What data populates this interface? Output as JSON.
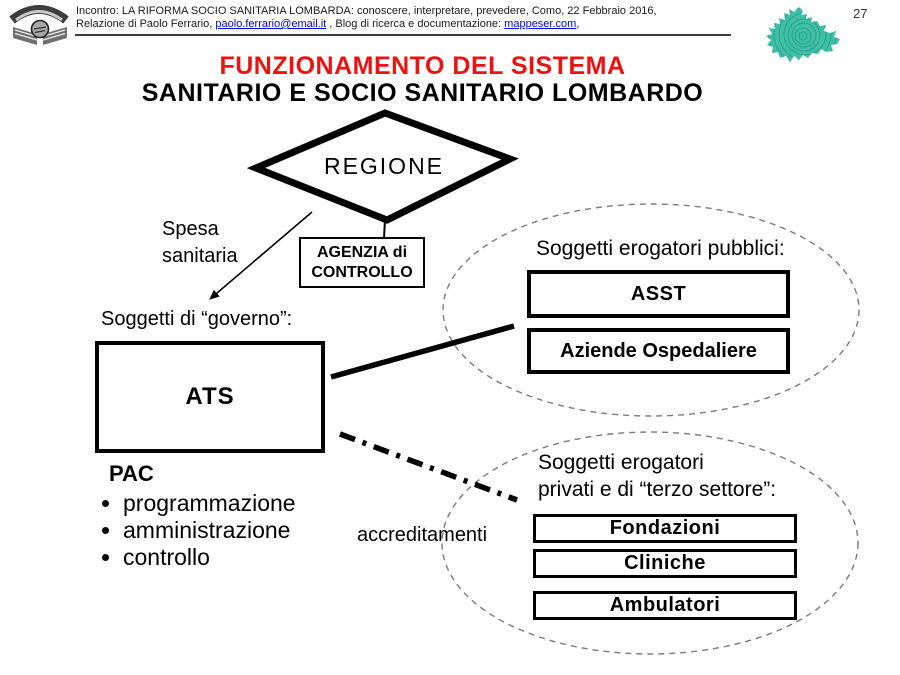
{
  "page": {
    "number": "27"
  },
  "header": {
    "line1": "Incontro: LA RIFORMA SOCIO SANITARIA LOMBARDA: conoscere, interpretare, prevedere, Como, 22 Febbraio 2016,",
    "line2_prefix": "Relazione di Paolo Ferrario, ",
    "email_link": "paolo.ferrario@email.it",
    "line2_middle": " , Blog di ricerca e documentazione: ",
    "blog_link": "mappeser.com",
    "line2_suffix": ","
  },
  "title": {
    "line1": "FUNZIONAMENTO DEL SISTEMA",
    "line2": "SANITARIO E SOCIO SANITARIO LOMBARDO"
  },
  "diagram": {
    "regione_label": "REGIONE",
    "spesa_label": "Spesa sanitaria",
    "agenzia_line1": "AGENZIA di",
    "agenzia_line2": "CONTROLLO",
    "governo_label": "Soggetti di “governo”:",
    "ats_label": "ATS",
    "pac_title": "PAC",
    "pac_items": [
      "programmazione",
      "amministrazione",
      "controllo"
    ],
    "accreditamenti_label": "accreditamenti",
    "erogatori_pubblici": {
      "label": "Soggetti erogatori pubblici:",
      "boxes": [
        "ASST",
        "Aziende Ospedaliere"
      ]
    },
    "erogatori_privati": {
      "label_line1": "Soggetti erogatori",
      "label_line2": "privati e di “terzo settore”:",
      "boxes": [
        "Fondazioni",
        "Cliniche",
        "Ambulatori"
      ]
    }
  },
  "icons": {
    "logo": "book-handshake-logo-icon",
    "map": "lombardy-map-icon"
  },
  "colors": {
    "title_red": "#ee1111",
    "link_blue": "#0000ee",
    "map_teal": "#3fc0a6",
    "ellipse_gray": "#7a7a7a"
  }
}
